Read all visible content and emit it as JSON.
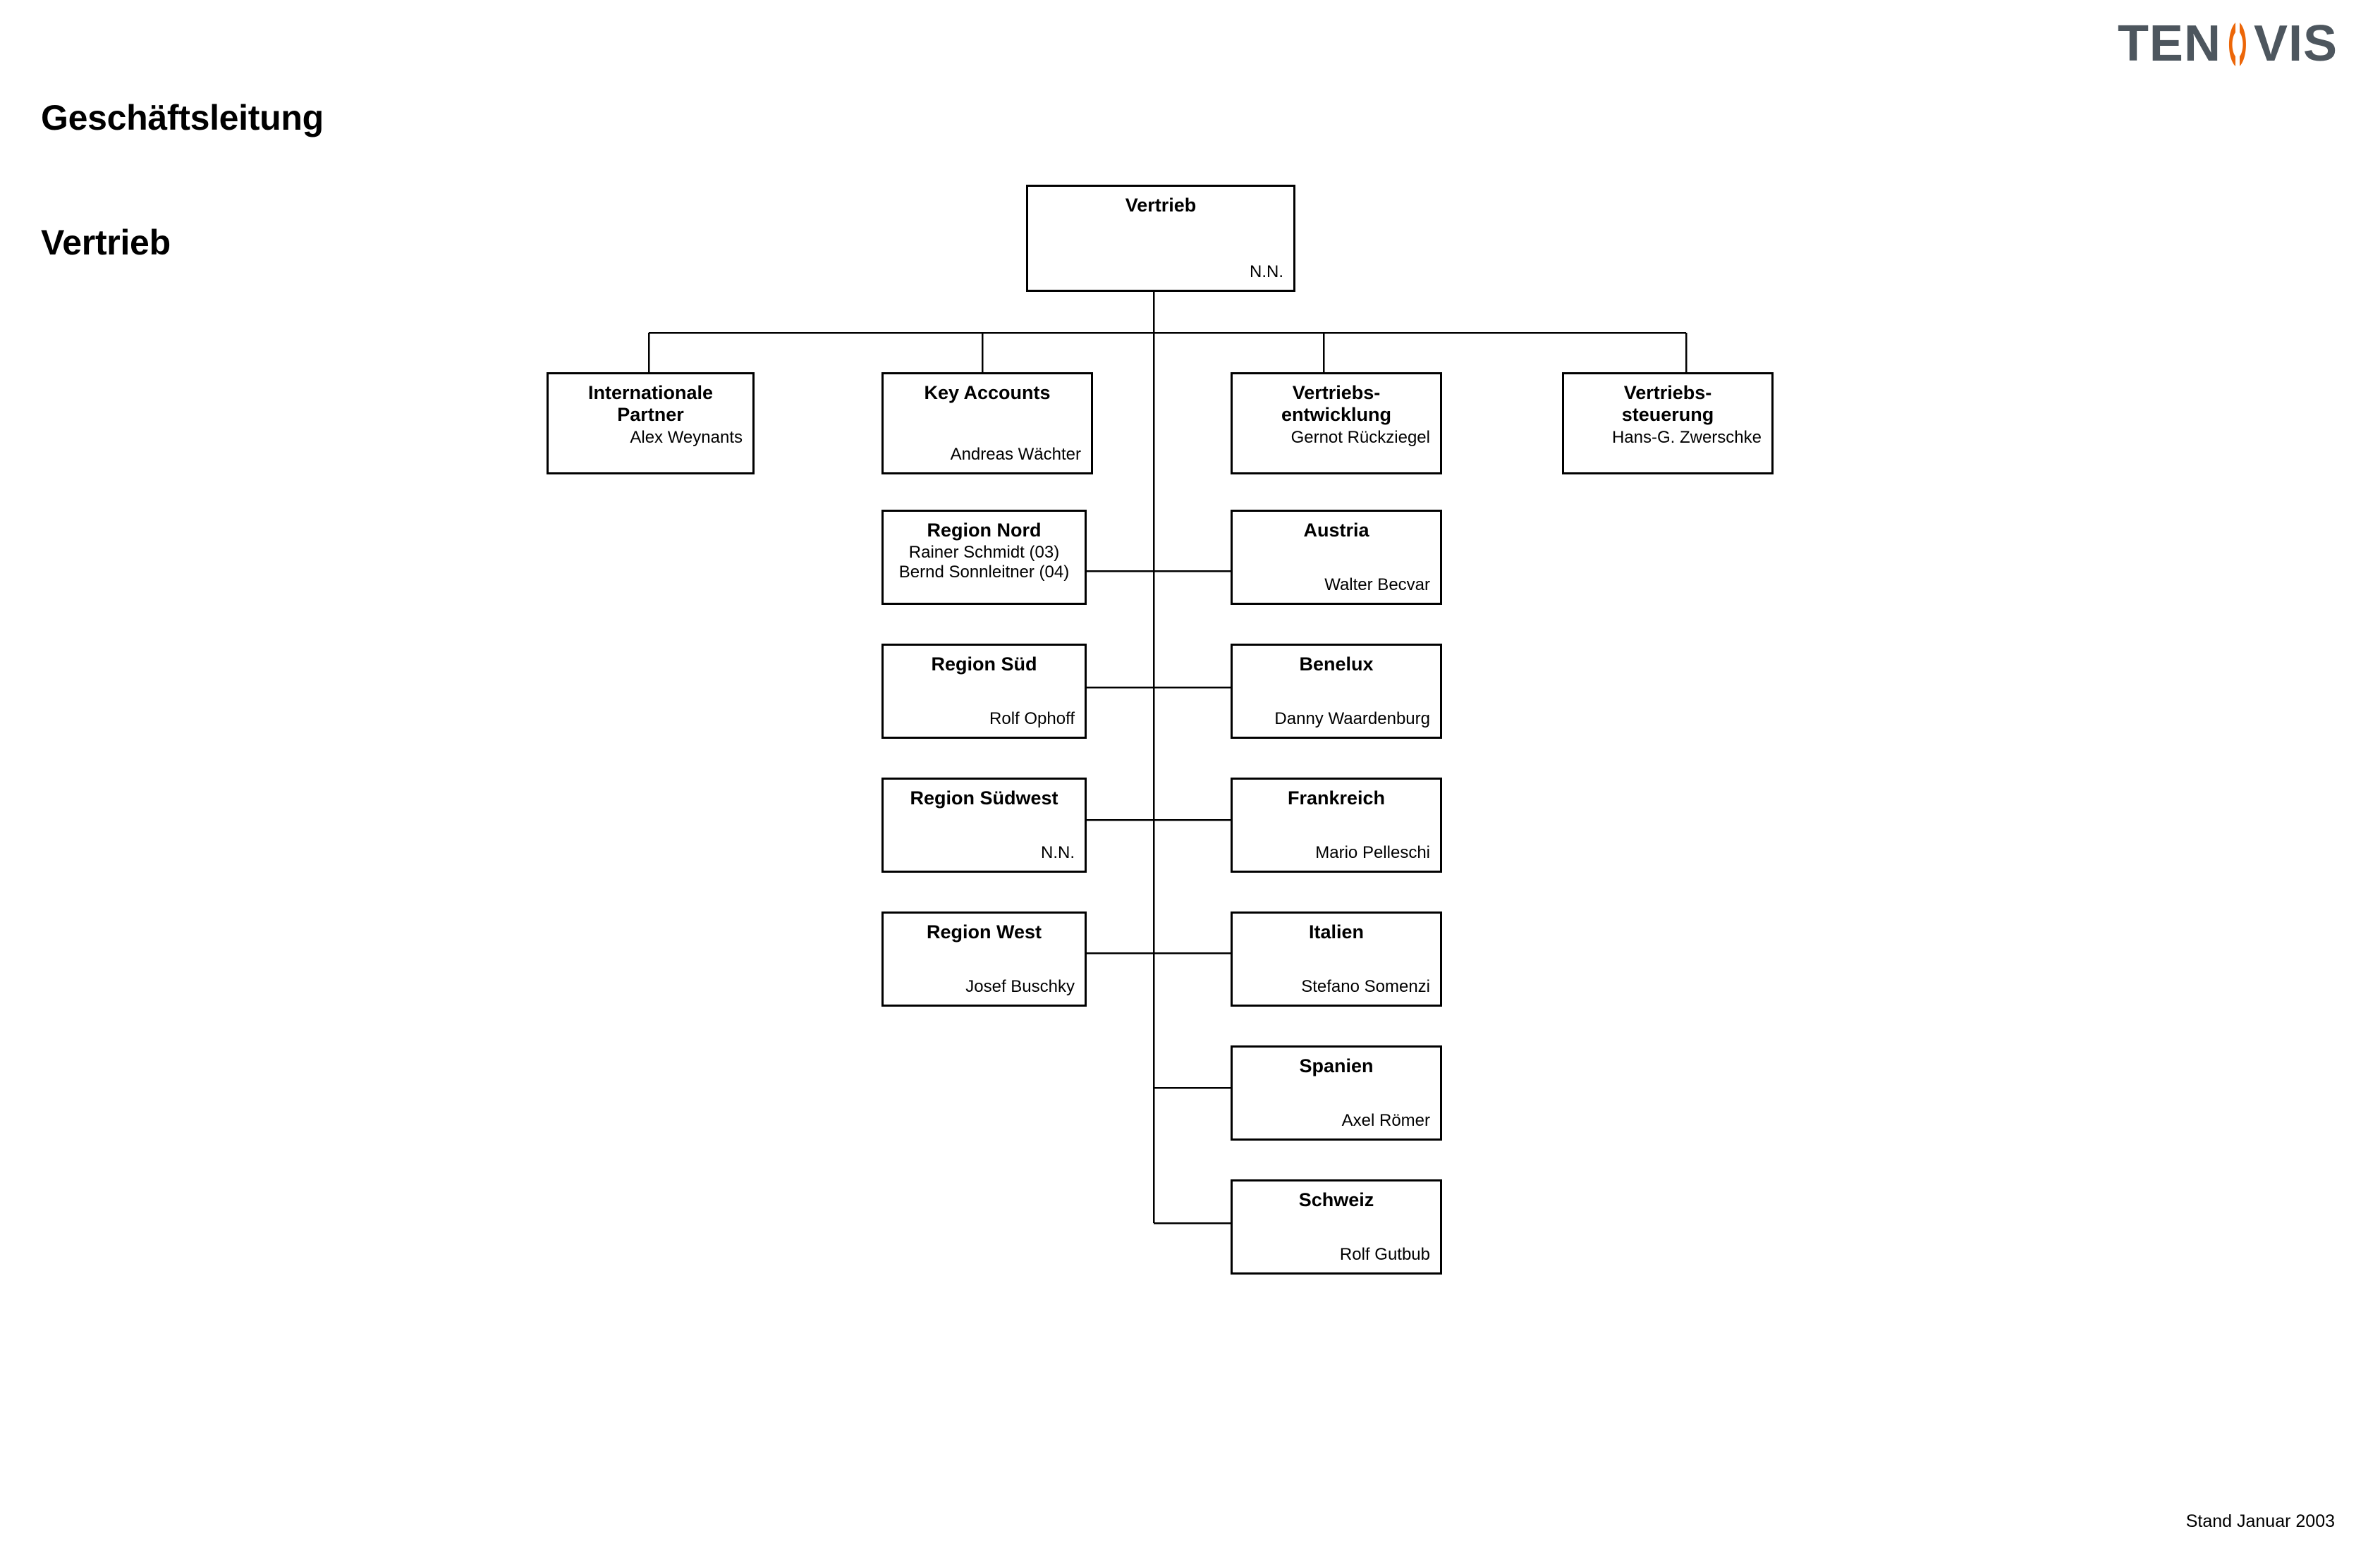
{
  "header": {
    "title_line1": "Geschäftsleitung",
    "title_line2": "Vertrieb",
    "logo": {
      "part_a": "TEN",
      "mark": "orange-lens-icon",
      "part_b": "VIS",
      "text_color": "#4d565e",
      "accent_color": "#ec6608"
    }
  },
  "chart": {
    "type": "org-chart",
    "root": {
      "title": "Vertrieb",
      "people": [
        "N.N."
      ]
    },
    "level1": [
      {
        "title": "Internationale\nPartner",
        "people": [
          "Alex Weynants"
        ]
      },
      {
        "title": "Key Accounts",
        "people": [
          "Andreas Wächter"
        ]
      },
      {
        "title": "Vertriebs-\nentwicklung",
        "people": [
          "Gernot Rückziegel"
        ]
      },
      {
        "title": "Vertriebs-\nsteuerung",
        "people": [
          "Hans-G. Zwerschke"
        ]
      }
    ],
    "regions": [
      {
        "title": "Region Nord",
        "people": [
          "Rainer Schmidt (03)",
          "Bernd Sonnleitner (04)"
        ]
      },
      {
        "title": "Region Süd",
        "people": [
          "Rolf Ophoff"
        ]
      },
      {
        "title": "Region Südwest",
        "people": [
          "N.N."
        ]
      },
      {
        "title": "Region West",
        "people": [
          "Josef Buschky"
        ]
      }
    ],
    "countries": [
      {
        "title": "Austria",
        "people": [
          "Walter Becvar"
        ]
      },
      {
        "title": "Benelux",
        "people": [
          "Danny Waardenburg"
        ]
      },
      {
        "title": "Frankreich",
        "people": [
          "Mario Pelleschi"
        ]
      },
      {
        "title": "Italien",
        "people": [
          "Stefano Somenzi"
        ]
      },
      {
        "title": "Spanien",
        "people": [
          "Axel Römer"
        ]
      },
      {
        "title": "Schweiz",
        "people": [
          "Rolf Gutbub"
        ]
      }
    ]
  },
  "footer": {
    "status_note": "Stand Januar 2003"
  }
}
